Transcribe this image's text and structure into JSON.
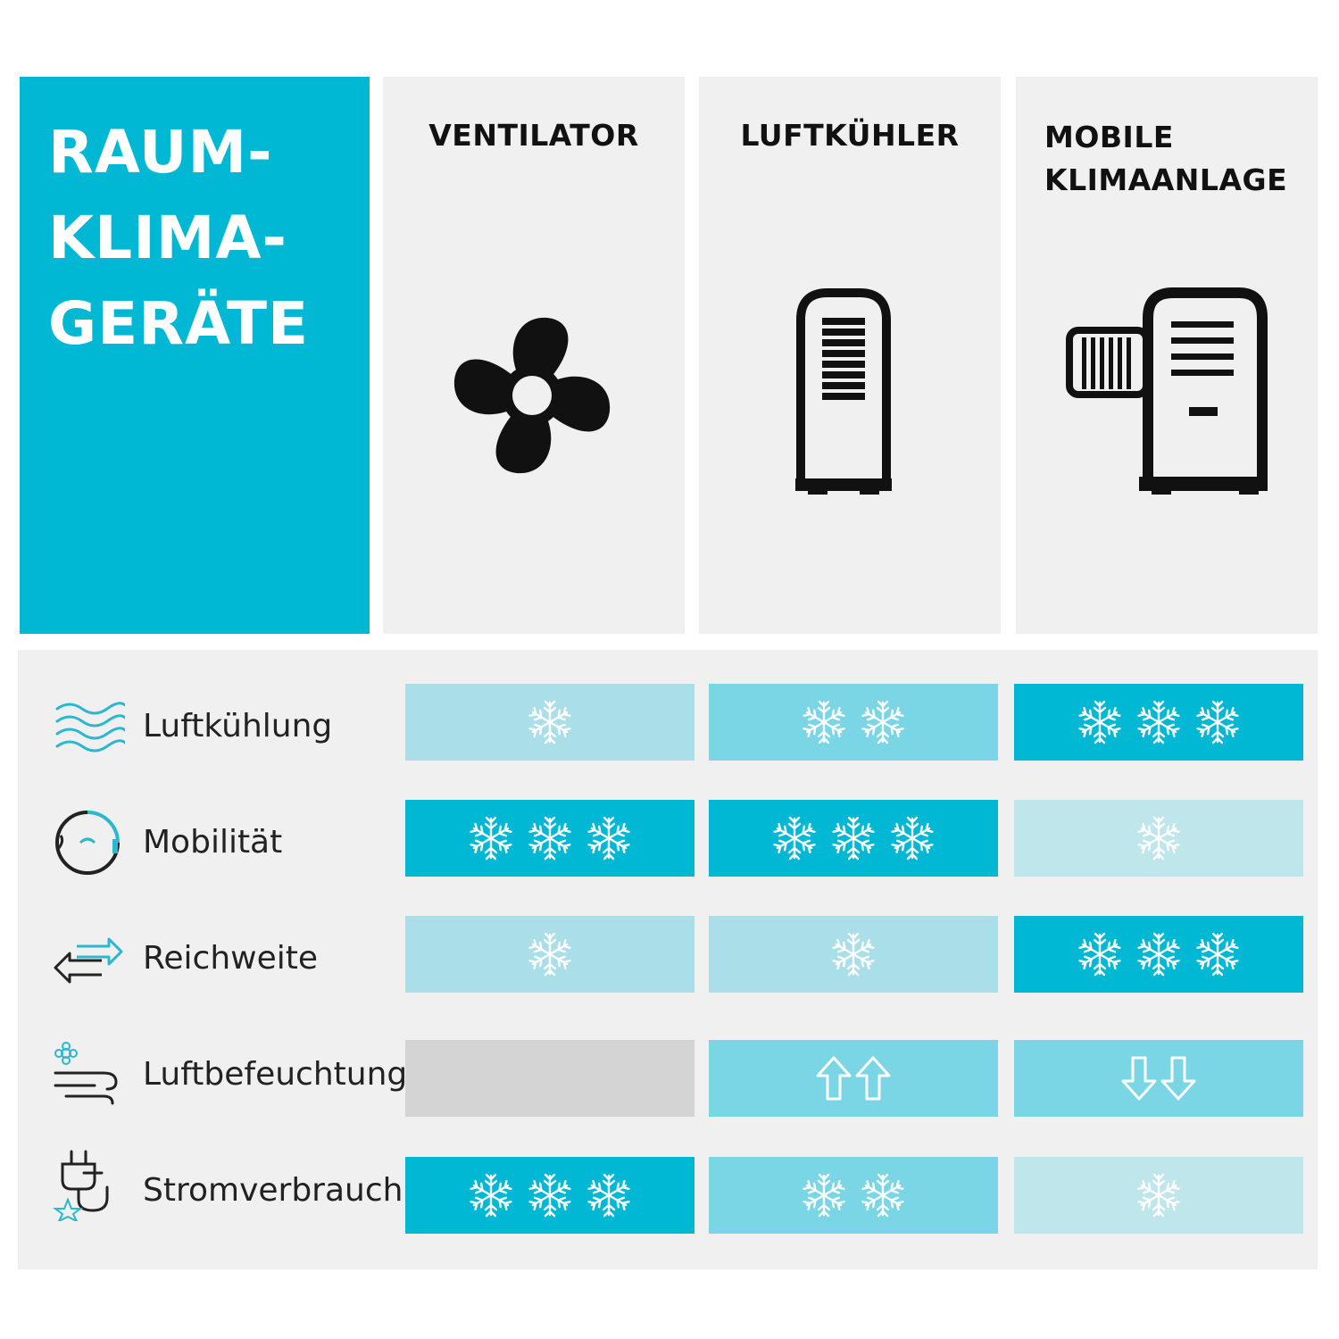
{
  "title": {
    "line1": "RAUM-",
    "line2": "KLIMA-",
    "line3": "GERÄTE"
  },
  "columns": [
    {
      "label": "VENTILATOR",
      "icon": "fan-icon"
    },
    {
      "label": "LUFTKÜHLER",
      "icon": "air-cooler-icon"
    },
    {
      "label_line1": "MOBILE",
      "label_line2": "KLIMAANLAGE",
      "icon": "portable-ac-icon"
    }
  ],
  "colors": {
    "accent": "#00b7d4",
    "level3": "#00b7d4",
    "level2": "#7ad6e5",
    "level1": "#aadfe9",
    "level1_light": "#bfe6eb",
    "none": "#d4d4d4",
    "panel": "#f0f0f0"
  },
  "rows": [
    {
      "label": "Luftkühlung",
      "icon": "air-waves-icon",
      "cells": [
        {
          "level": 1,
          "symbol": "snowflake"
        },
        {
          "level": 2,
          "symbol": "snowflake"
        },
        {
          "level": 3,
          "symbol": "snowflake"
        }
      ]
    },
    {
      "label": "Mobilität",
      "icon": "mobility-icon",
      "cells": [
        {
          "level": 3,
          "symbol": "snowflake"
        },
        {
          "level": 3,
          "symbol": "snowflake"
        },
        {
          "level": 1,
          "symbol": "snowflake"
        }
      ]
    },
    {
      "label": "Reichweite",
      "icon": "range-arrows-icon",
      "cells": [
        {
          "level": 1,
          "symbol": "snowflake"
        },
        {
          "level": 1,
          "symbol": "snowflake"
        },
        {
          "level": 3,
          "symbol": "snowflake"
        }
      ]
    },
    {
      "label": "Luftbefeuchtung",
      "icon": "humidification-icon",
      "cells": [
        {
          "level": 0,
          "symbol": "none"
        },
        {
          "level": 2,
          "symbol": "arrow-up"
        },
        {
          "level": 2,
          "symbol": "arrow-down"
        }
      ]
    },
    {
      "label": "Stromverbrauch",
      "icon": "power-plug-icon",
      "cells": [
        {
          "level": 3,
          "symbol": "snowflake"
        },
        {
          "level": 2,
          "symbol": "snowflake"
        },
        {
          "level": 1,
          "symbol": "snowflake"
        }
      ]
    }
  ]
}
